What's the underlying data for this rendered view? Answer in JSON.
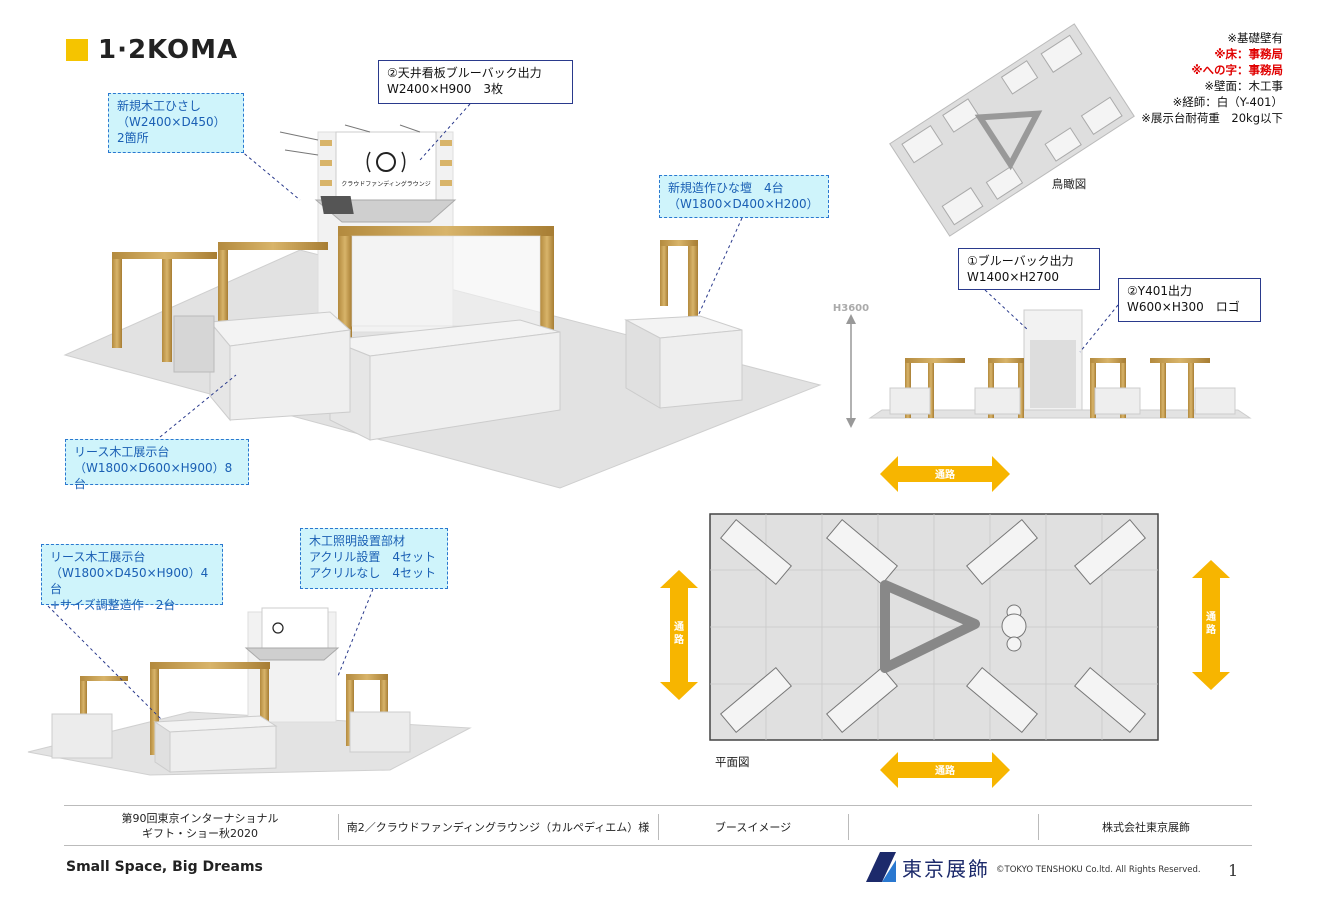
{
  "logo": {
    "text": "1·2KOMA"
  },
  "notes": {
    "line1": "※基礎壁有",
    "line2": "※床：事務局",
    "line3": "※への字：事務局",
    "line4": "※壁面：木工事",
    "line5": "※経師：白（Y-401）",
    "line6": "※展示台耐荷重　20kg以下"
  },
  "callouts": {
    "ceiling_title": "②天井看板ブルーバック出力",
    "ceiling_sub": "W2400×H900　3枚",
    "hisashi_1": "新規木工ひさし",
    "hisashi_2": "（W2400×D450）",
    "hisashi_3": "2箇所",
    "hinadan_1": "新規造作ひな壇　4台",
    "hinadan_2": "（W1800×D400×H200）",
    "lease1_1": "リース木工展示台",
    "lease1_2": "（W1800×D600×H900）8台",
    "lease2_1": "リース木工展示台",
    "lease2_2": "（W1800×D450×H900）4台",
    "lease2_3": "+サイズ調整造作　2台",
    "lighting_1": "木工照明設置部材",
    "lighting_2": "アクリル設置　4セット",
    "lighting_3": "アクリルなし　4セット",
    "blueback_title": "①ブルーバック出力",
    "blueback_sub": "W1400×H2700",
    "y401_title": "②Y401出力",
    "y401_sub": "W600×H300　ロゴ"
  },
  "labels": {
    "birdseye": "鳥瞰図",
    "height": "H3600",
    "plan": "平面図",
    "aisle": "通路",
    "sign_text": "クラウドファンディングラウンジ"
  },
  "footer": {
    "event_line1": "第90回東京インターナショナル",
    "event_line2": "ギフト・ショー秋2020",
    "booth": "南2／クラウドファンディングラウンジ（カルペディエム）様",
    "doc_type": "ブースイメージ",
    "company": "株式会社東京展飾",
    "tagline": "Small Space, Big Dreams",
    "brand": "東京展飾",
    "copyright": "©TOKYO TENSHOKU Co.ltd. All Rights Reserved.",
    "page": "1"
  },
  "colors": {
    "accent": "#f5c400",
    "callout_bg": "#cff4fb",
    "callout_text": "#1a5fb4",
    "red": "#e00000",
    "arrow": "#f7b500"
  }
}
